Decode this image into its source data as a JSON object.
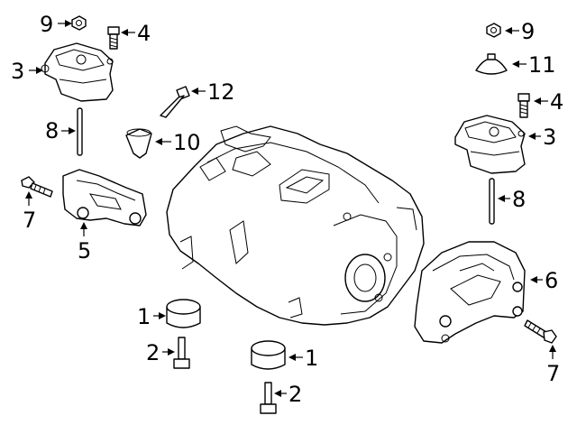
{
  "callouts": [
    {
      "id": "c9a",
      "text": "9"
    },
    {
      "id": "c4a",
      "text": "4"
    },
    {
      "id": "c3a",
      "text": "3"
    },
    {
      "id": "c8a",
      "text": "8"
    },
    {
      "id": "c7a",
      "text": "7"
    },
    {
      "id": "c5",
      "text": "5"
    },
    {
      "id": "c12",
      "text": "12"
    },
    {
      "id": "c10",
      "text": "10"
    },
    {
      "id": "c1a",
      "text": "1"
    },
    {
      "id": "c2a",
      "text": "2"
    },
    {
      "id": "c1b",
      "text": "1"
    },
    {
      "id": "c2b",
      "text": "2"
    },
    {
      "id": "c9b",
      "text": "9"
    },
    {
      "id": "c11",
      "text": "11"
    },
    {
      "id": "c4b",
      "text": "4"
    },
    {
      "id": "c3b",
      "text": "3"
    },
    {
      "id": "c8b",
      "text": "8"
    },
    {
      "id": "c6",
      "text": "6"
    },
    {
      "id": "c7b",
      "text": "7"
    }
  ]
}
